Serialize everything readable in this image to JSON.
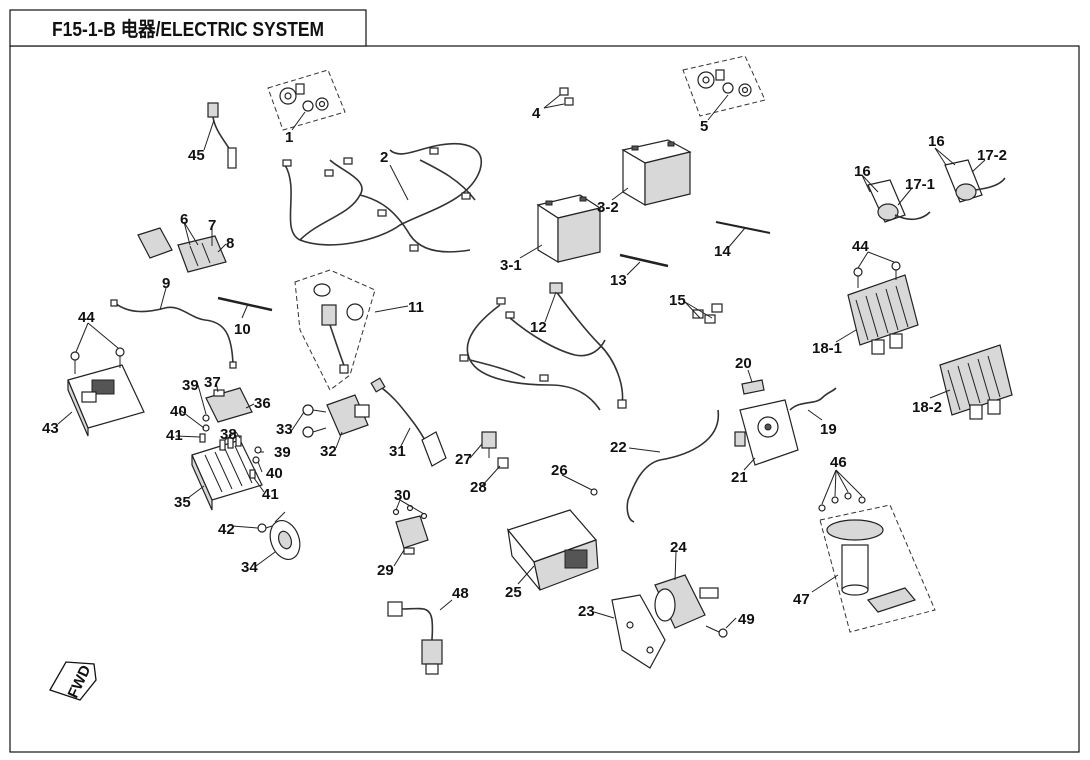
{
  "header": {
    "title": "F15-1-B  电器/ELECTRIC SYSTEM"
  },
  "direction_marker": {
    "text": "FWD"
  },
  "callouts": [
    "1",
    "2",
    "3-1",
    "3-2",
    "4",
    "5",
    "6",
    "7",
    "8",
    "9",
    "10",
    "11",
    "12",
    "13",
    "14",
    "15",
    "16",
    "16",
    "17-1",
    "17-2",
    "18-1",
    "18-2",
    "19",
    "20",
    "21",
    "22",
    "23",
    "24",
    "25",
    "26",
    "27",
    "28",
    "29",
    "30",
    "31",
    "32",
    "33",
    "34",
    "35",
    "36",
    "37",
    "38",
    "39",
    "39",
    "40",
    "40",
    "41",
    "41",
    "42",
    "43",
    "44",
    "44",
    "45",
    "46",
    "47",
    "48",
    "49"
  ],
  "parts": {
    "1": "relay-kit-icon",
    "2": "main-wire-harness-icon",
    "3-1": "battery-icon",
    "3-2": "battery-icon",
    "4": "bolt-icon",
    "5": "relay-kit-icon",
    "6": "connector-icon",
    "7": "connector-icon",
    "8": "connector-block-icon",
    "9": "cable-icon",
    "10": "rod-icon",
    "11": "ignition-switch-icon",
    "12": "wire-harness-icon",
    "13": "cable-tie-icon",
    "14": "rod-icon",
    "15": "clip-icon",
    "16": "screw-icon",
    "17-1": "sensor-icon",
    "17-2": "sensor-icon",
    "18-1": "regulator-icon",
    "18-2": "regulator-icon",
    "19": "lead-icon",
    "20": "cap-icon",
    "21": "starter-relay-icon",
    "22": "cable-icon",
    "23": "bracket-icon",
    "24": "starter-motor-icon",
    "25": "ecu-icon",
    "26": "screw-icon",
    "27": "sensor-icon",
    "28": "plug-icon",
    "29": "relay-icon",
    "30": "screw-icon",
    "31": "spark-plug-cap-icon",
    "32": "ignition-coil-icon",
    "33": "bolt-icon",
    "34": "horn-icon",
    "35": "fuse-box-icon",
    "36": "fuse-box-cover-icon",
    "37": "label-icon",
    "38": "fuse-icon",
    "39": "bolt-icon",
    "40": "nut-icon",
    "41": "fuse-icon",
    "42": "bolt-icon",
    "43": "control-unit-icon",
    "44": "bolt-icon",
    "45": "sensor-icon",
    "46": "screw-icon",
    "47": "fuel-pump-icon",
    "48": "sensor-icon",
    "49": "bolt-icon"
  }
}
